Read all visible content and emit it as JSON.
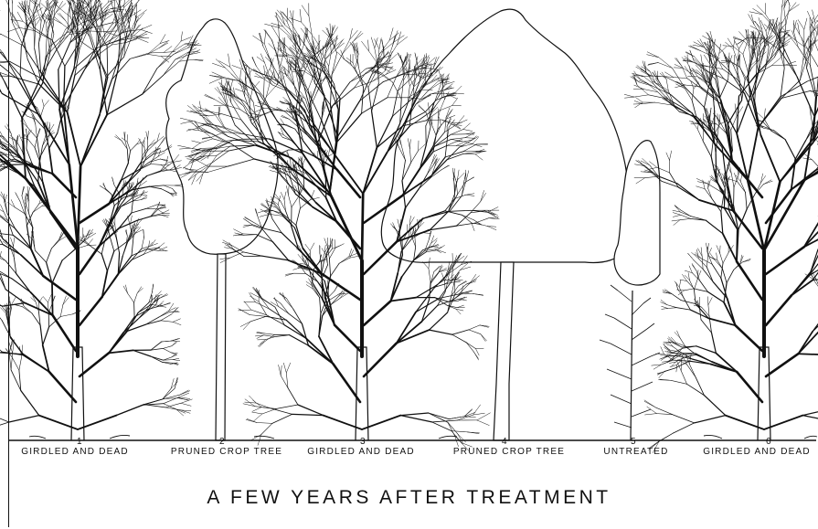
{
  "trees": [
    {
      "number": "1",
      "label": "GIRDLED AND DEAD"
    },
    {
      "number": "2",
      "label": "PRUNED CROP TREE"
    },
    {
      "number": "3",
      "label": "GIRDLED AND DEAD"
    },
    {
      "number": "4",
      "label": "PRUNED CROP TREE"
    },
    {
      "number": "5",
      "label": "UNTREATED"
    },
    {
      "number": "6",
      "label": "GIRDLED AND DEAD"
    }
  ],
  "title": "A FEW YEARS AFTER TREATMENT"
}
